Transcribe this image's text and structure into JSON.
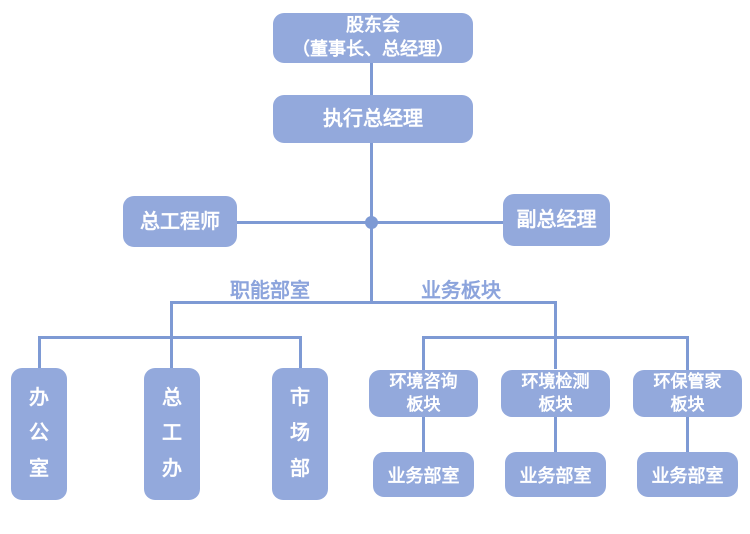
{
  "palette": {
    "node_fill": "#93A9DC",
    "line_color": "#7E9AD4",
    "branch_label_color": "#8CA4DC",
    "node_text_color": "#FFFFFF",
    "background": "#FFFFFF"
  },
  "org_chart": {
    "root": {
      "line1": "股东会",
      "line2": "（董事长、总经理）"
    },
    "executive": "执行总经理",
    "chief_engineer": "总工程师",
    "deputy_general_manager": "副总经理",
    "branch_labels": {
      "left": "职能部室",
      "right": "业务板块"
    },
    "functional_departments": [
      "办公室",
      "总工办",
      "市场部"
    ],
    "business_segments": [
      {
        "line1": "环境咨询",
        "line2": "板块",
        "child": "业务部室"
      },
      {
        "line1": "环境检测",
        "line2": "板块",
        "child": "业务部室"
      },
      {
        "line1": "环保管家",
        "line2": "板块",
        "child": "业务部室"
      }
    ]
  }
}
